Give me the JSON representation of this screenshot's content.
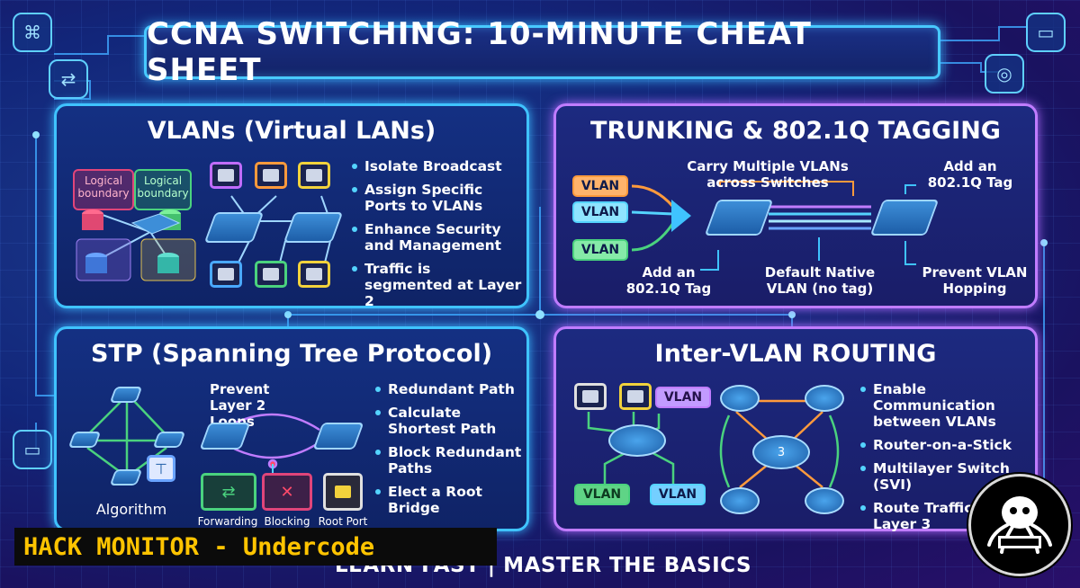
{
  "title": "CCNA SWITCHING: 10-MINUTE CHEAT SHEET",
  "vlans": {
    "title": "VLANs (Virtual LANs)",
    "boundary1": "Logical boundary",
    "boundary2": "Logical boundary",
    "bullets": [
      "Isolate Broadcast",
      "Assign Specific Ports to VLANs",
      "Enhance Security and Management",
      "Traffic is segmented at Layer 2"
    ]
  },
  "trunking": {
    "title": "TRUNKING & 802.1Q TAGGING",
    "vlan_tags": [
      "VLAN",
      "VLAN",
      "VLAN"
    ],
    "carry": "Carry Multiple VLANs across Switches",
    "add_tag_top": "Add an 802.1Q Tag",
    "add_tag_bottom": "Add an 802.1Q Tag",
    "native": "Default Native VLAN (no tag)",
    "prevent": "Prevent VLAN Hopping"
  },
  "stp": {
    "title": "STP (Spanning Tree Protocol)",
    "algorithm": "Algorithm",
    "prevent": "Prevent Layer 2 Loops",
    "forwarding": "Forwarding",
    "blocking": "Blocking",
    "root_port": "Root Port",
    "bullets": [
      "Redundant Path",
      "Calculate Shortest Path",
      "Block Redundant Paths",
      "Elect a Root Bridge"
    ]
  },
  "intervlan": {
    "title": "Inter-VLAN ROUTING",
    "vlan_top": "VLAN",
    "vlan_left": "VLAN",
    "vlan_right": "VLAN",
    "center_number": "3",
    "bullets": [
      "Enable Communication between VLANs",
      "Router-on-a-Stick",
      "Multilayer Switch (SVI)",
      "Route Traffic at Layer 3"
    ]
  },
  "banner": "HACK MONITOR - Undercode",
  "footer": "LEARN FAST | MASTER THE BASICS",
  "colors": {
    "cyan": "#3fc3ff",
    "purple": "#c07cff",
    "banner": "#ffc400"
  }
}
